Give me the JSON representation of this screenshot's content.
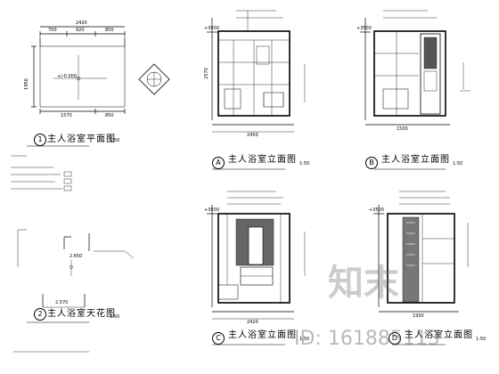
{
  "drawings": [
    {
      "id": "1",
      "title": "主人浴室平面图",
      "scale": "1:50"
    },
    {
      "id": "A",
      "title": "主人浴室立面图",
      "scale": "1:50"
    },
    {
      "id": "B",
      "title": "主人浴室立面图",
      "scale": "1:50"
    },
    {
      "id": "2",
      "title": "主人浴室天花图",
      "scale": "1:50"
    },
    {
      "id": "C",
      "title": "主人浴室立面图",
      "scale": "1:50"
    },
    {
      "id": "D",
      "title": "主人浴室立面图",
      "scale": "1:50"
    }
  ],
  "plan_dims": {
    "total_top": "2420",
    "top_left": "700",
    "top_mid": "920",
    "top_right": "800",
    "side": "1950",
    "bottom_left": "1570",
    "bottom_right": "850",
    "floor_level": "+/-0.000"
  },
  "ceiling_dims": {
    "height": "2.650",
    "width": "2.570"
  },
  "elev_dims": {
    "ceiling_a": "+3500",
    "ceiling_b": "+3500",
    "ceiling_c": "+3500",
    "ceiling_d": "+3500",
    "height_a": "2570",
    "width_a": "2450",
    "width_b": "1500",
    "width_c": "2420",
    "width_d": "1950"
  },
  "watermark": {
    "logo": "知末",
    "id": "ID: 161885113"
  }
}
